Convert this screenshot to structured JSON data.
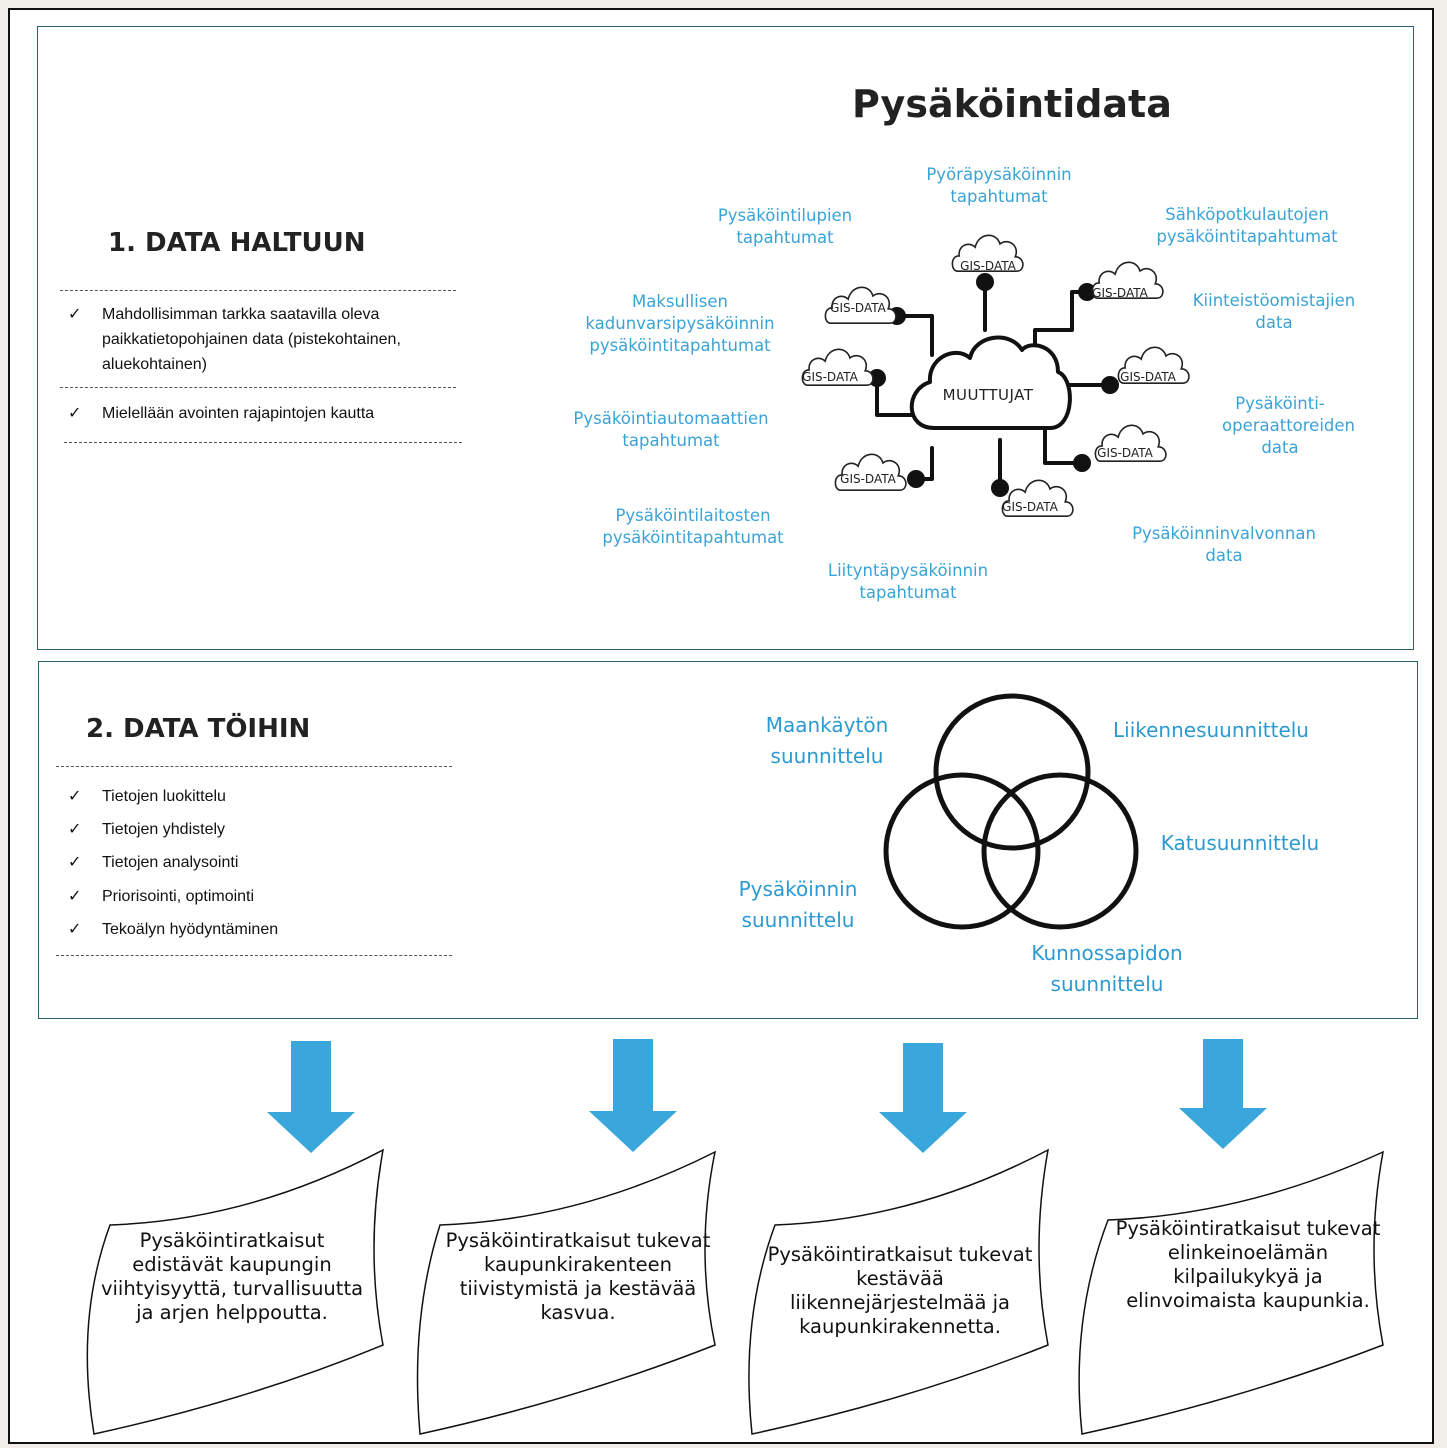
{
  "section1": {
    "title": "Pysäköintidata",
    "heading": "1. DATA HALTUUN",
    "items": [
      "Mahdollisimman tarkka saatavilla oleva paikkatietopohjainen data (pistekohtainen, aluekohtainen)",
      "Mielellään avointen rajapintojen kautta"
    ],
    "center_label": "MUUTTUJAT",
    "node_label": "GIS-DATA",
    "sources": [
      "Pyöräpysäköinnin tapahtumat",
      "Pysäköintilupien tapahtumat",
      "Sähköpotkulautojen pysäköintitapahtumat",
      "Maksullisen kadunvarsipysäköinnin pysäköintitapahtumat",
      "Kiinteistöomistajien data",
      "Pysäköintiautomaattien tapahtumat",
      "Pysäköinti-operaattoreiden data",
      "Pysäköintilaitosten pysäköintitapahtumat",
      "Pysäköinninvalvonnan data",
      "Liityntäpysäköinnin tapahtumat"
    ]
  },
  "section2": {
    "heading": "2. DATA TÖIHIN",
    "items": [
      "Tietojen luokittelu",
      "Tietojen yhdistely",
      "Tietojen analysointi",
      "Priorisointi, optimointi",
      "Tekoälyn hyödyntäminen"
    ],
    "venn_labels": [
      "Maankäytön suunnittelu",
      "Liikennesuunnittelu",
      "Katusuunnittelu",
      "Pysäköinnin suunnittelu",
      "Kunnossapidon suunnittelu"
    ]
  },
  "outcomes": [
    "Pysäköintiratkaisut edistävät kaupungin viihtyisyyttä, turvallisuutta ja arjen helppoutta.",
    "Pysäköintiratkaisut tukevat kaupunkirakenteen tiivistymistä ja kestävää kasvua.",
    "Pysäköintiratkaisut tukevat kestävää liikennejärjestelmää ja kaupunkirakennetta.",
    "Pysäköintiratkaisut tukevat elinkeinoelämän kilpailukykyä ja elinvoimaista kaupunkia."
  ],
  "colors": {
    "accent": "#3aa3d6",
    "arrow": "#39a7dc",
    "panel_border": "#2d5f73"
  }
}
